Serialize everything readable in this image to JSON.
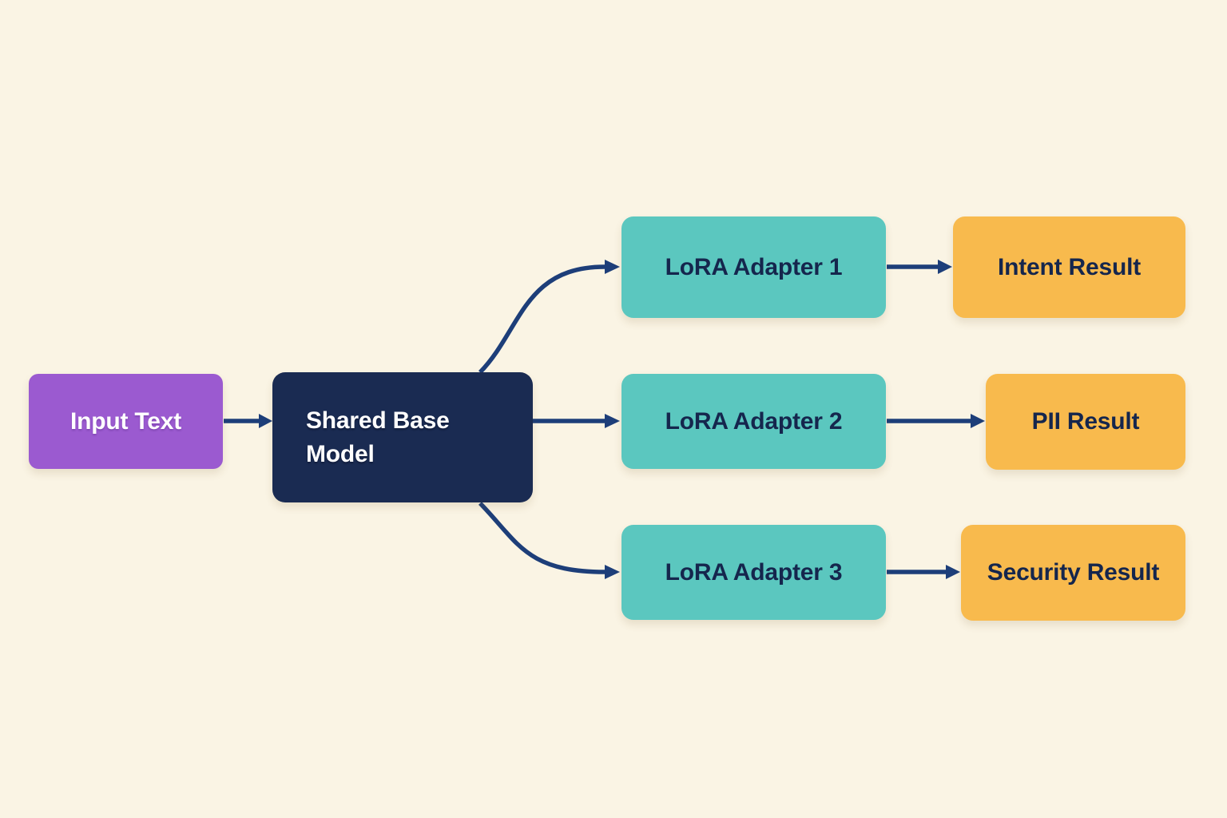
{
  "diagram": {
    "type": "flowchart",
    "nodes": {
      "input": {
        "label": "Input Text",
        "role": "input"
      },
      "base": {
        "label": "Shared Base Model",
        "role": "model"
      },
      "adapter1": {
        "label": "LoRA Adapter 1",
        "role": "adapter"
      },
      "adapter2": {
        "label": "LoRA Adapter 2",
        "role": "adapter"
      },
      "adapter3": {
        "label": "LoRA Adapter 3",
        "role": "adapter"
      },
      "intent": {
        "label": "Intent Result",
        "role": "result"
      },
      "pii": {
        "label": "PII Result",
        "role": "result"
      },
      "security": {
        "label": "Security Result",
        "role": "result"
      }
    },
    "edges": [
      {
        "from": "input",
        "to": "base"
      },
      {
        "from": "base",
        "to": "adapter1"
      },
      {
        "from": "base",
        "to": "adapter2"
      },
      {
        "from": "base",
        "to": "adapter3"
      },
      {
        "from": "adapter1",
        "to": "intent"
      },
      {
        "from": "adapter2",
        "to": "pii"
      },
      {
        "from": "adapter3",
        "to": "security"
      }
    ],
    "colors": {
      "background": "#faf4e4",
      "input_node": "#9b5ad0",
      "base_node": "#1a2b52",
      "adapter_node": "#5bc7bf",
      "result_node": "#f8ba4d",
      "connector": "#1d3e79",
      "text_light": "#ffffff",
      "text_dark": "#15264d"
    }
  }
}
